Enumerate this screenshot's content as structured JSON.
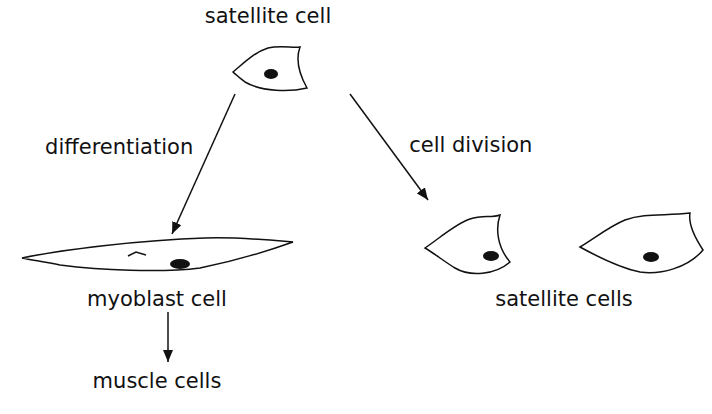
{
  "diagram": {
    "nodes": [
      {
        "text": [
          "satellite cell"
        ]
      },
      {
        "text": [
          "myoblast cell"
        ]
      },
      {
        "text": [
          "satellite cells"
        ]
      },
      {
        "text": [
          "muscle cells"
        ]
      }
    ],
    "edges": [
      {
        "from": 0,
        "to": 1,
        "arrow": "to",
        "label": "differentiation"
      },
      {
        "from": 0,
        "to": 2,
        "arrow": "to",
        "label": "cell division"
      },
      {
        "from": 1,
        "to": 3,
        "arrow": "to"
      }
    ]
  }
}
